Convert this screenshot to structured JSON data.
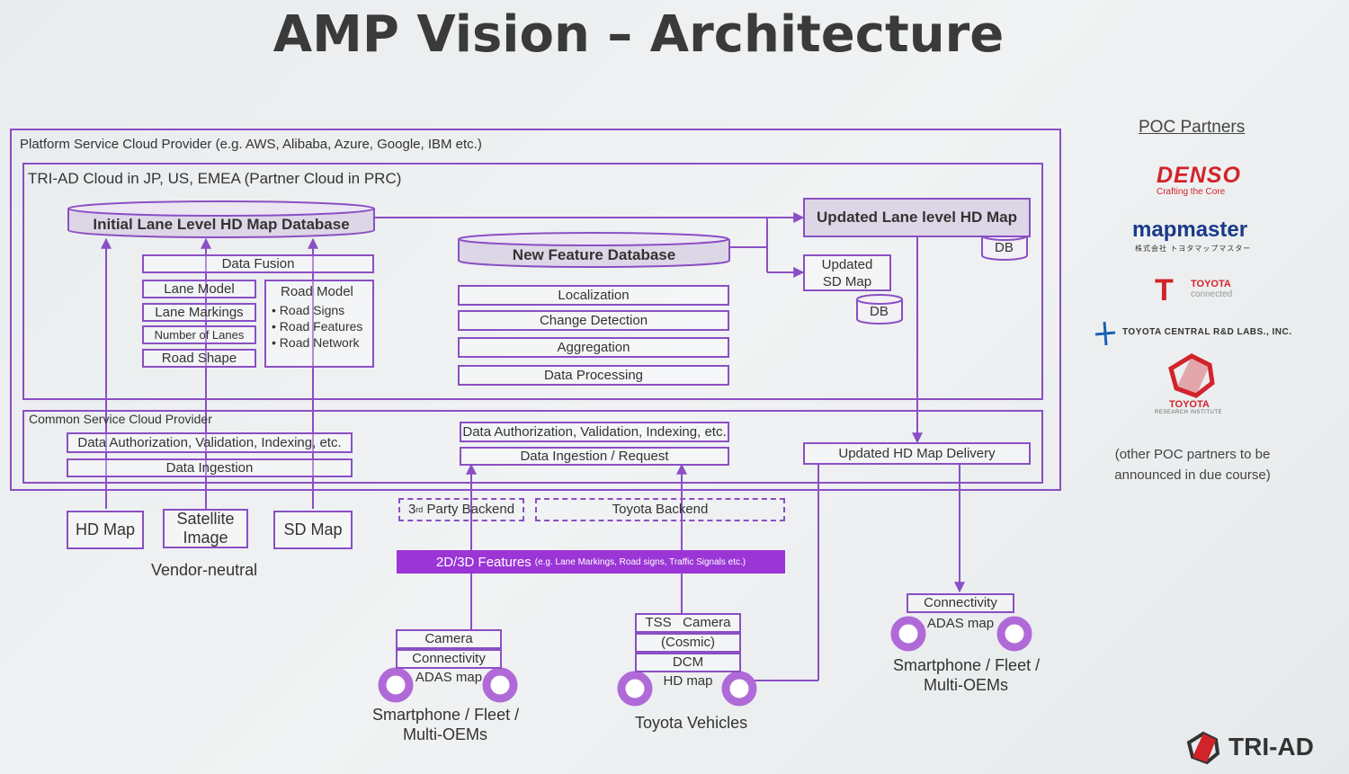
{
  "title": "AMP Vision – Architecture",
  "platform_label": "Platform Service Cloud Provider (e.g. AWS, Alibaba, Azure, Google, IBM etc.)",
  "triad_cloud_label": "TRI-AD Cloud in JP, US, EMEA (Partner Cloud in PRC)",
  "common_service_label": "Common Service Cloud Provider",
  "left": {
    "initial_db": "Initial Lane Level HD Map Database",
    "data_fusion": "Data Fusion",
    "lane_model": "Lane Model",
    "lane_markings": "Lane Markings",
    "number_of_lanes": "Number of Lanes",
    "road_shape": "Road Shape",
    "road_model": "Road Model",
    "road_signs": "Road Signs",
    "road_features": "Road Features",
    "road_network": "Road Network",
    "auth": "Data Authorization, Validation, Indexing, etc.",
    "ingestion": "Data Ingestion",
    "hd_map": "HD Map",
    "satellite_1": "Satellite",
    "satellite_2": "Image",
    "sd_map": "SD Map",
    "vendor_neutral": "Vendor-neutral"
  },
  "middle": {
    "new_feature_db": "New Feature Database",
    "localization": "Localization",
    "change_detection": "Change Detection",
    "aggregation": "Aggregation",
    "data_processing": "Data Processing",
    "auth": "Data Authorization, Validation, Indexing, etc.",
    "ingestion": "Data Ingestion / Request",
    "third_party_prefix": "3",
    "third_party_sup": "rd",
    "third_party_suffix": " Party Backend",
    "toyota_backend": "Toyota Backend",
    "features_main": "2D/3D Features",
    "features_note": "(e.g. Lane Markings, Road signs, Traffic Signals etc.)"
  },
  "right": {
    "updated_hd": "Updated Lane level HD Map",
    "db": "DB",
    "updated_sd_1": "Updated",
    "updated_sd_2": "SD Map",
    "delivery": "Updated HD Map Delivery"
  },
  "vehicles": {
    "v1": {
      "line1": "Camera",
      "line2": "Connectivity",
      "line3": "ADAS map",
      "label1": "Smartphone / Fleet /",
      "label2": "Multi-OEMs"
    },
    "v2": {
      "line1": "TSS   Camera",
      "line2": "(Cosmic)",
      "line3": "DCM",
      "line4": "HD map",
      "label": "Toyota Vehicles"
    },
    "v3": {
      "line1": "Connectivity",
      "line2": "ADAS map",
      "label1": "Smartphone / Fleet /",
      "label2": "Multi-OEMs"
    }
  },
  "partners": {
    "title": "POC Partners",
    "denso": "DENSO",
    "denso_sub": "Crafting the Core",
    "mapmaster": "mapmaster",
    "mapmaster_sub": "株式会社 トヨタマップマスター",
    "tconn_brand": "TOYOTA",
    "tconn_sub": "connected",
    "tcrdl": "TOYOTA CENTRAL R&D LABS., INC.",
    "tri_brand": "TOYOTA",
    "tri_sub": "RESEARCH INSTITUTE",
    "other": "(other POC partners to be announced in due course)"
  },
  "footer_brand": "TRI-AD",
  "colors": {
    "accent": "#8a4fc4",
    "features_bg": "#9b35d6",
    "wheel": "#b06ad8",
    "brand_red": "#d2232a"
  }
}
